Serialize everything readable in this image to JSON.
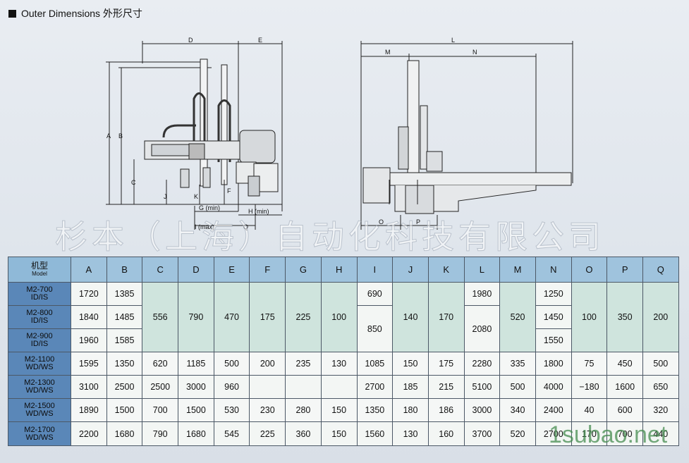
{
  "section": {
    "title": "Outer Dimensions 外形尺寸"
  },
  "watermark": "杉本（上海）自动化科技有限公司",
  "site_mark": "1subao.net",
  "drawing_labels": {
    "front": {
      "D": "D",
      "E": "E",
      "A": "A",
      "B": "B",
      "C": "C",
      "J": "J",
      "K": "K",
      "F": "F",
      "G": "G (min)",
      "H": "H (min)",
      "I": "I (max)",
      "Q": "Q"
    },
    "side": {
      "L": "L",
      "M": "M",
      "N": "N",
      "O": "O",
      "P": "P"
    }
  },
  "table": {
    "model_header": "机型",
    "model_header_sub": "Model",
    "columns": [
      "A",
      "B",
      "C",
      "D",
      "E",
      "F",
      "G",
      "H",
      "I",
      "J",
      "K",
      "L",
      "M",
      "N",
      "O",
      "P",
      "Q"
    ],
    "rows": {
      "r1": {
        "model": "M2-700\nID/IS",
        "A": "1720",
        "B": "1385",
        "I": "690",
        "L": "1980",
        "N": "1250"
      },
      "r2": {
        "model": "M2-800\nID/IS",
        "A": "1840",
        "B": "1485",
        "I": "850",
        "L": "2080",
        "N": "1450"
      },
      "r3": {
        "model": "M2-900\nID/IS",
        "A": "1960",
        "B": "1585",
        "N": "1550"
      },
      "shared_1_3": {
        "C": "556",
        "D": "790",
        "E": "470",
        "F": "175",
        "G": "225",
        "H": "100",
        "J": "140",
        "K": "170",
        "M": "520",
        "O": "100",
        "P": "350",
        "Q": "200"
      },
      "r4": {
        "model": "M2-1100\nWD/WS",
        "A": "1595",
        "B": "1350",
        "C": "620",
        "D": "1185",
        "E": "500",
        "F": "200",
        "G": "235",
        "H": "130",
        "I": "1085",
        "J": "150",
        "K": "175",
        "L": "2280",
        "M": "335",
        "N": "1800",
        "O": "75",
        "P": "450",
        "Q": "500"
      },
      "r5": {
        "model": "M2-1300\nWD/WS",
        "A": "3100",
        "B": "2500",
        "C": "2500",
        "D": "3000",
        "E": "960",
        "F": "",
        "G": "",
        "H": "",
        "I": "2700",
        "J": "185",
        "K": "215",
        "L": "5100",
        "M": "500",
        "N": "4000",
        "O": "−180",
        "P": "1600",
        "Q": "650"
      },
      "r6": {
        "model": "M2-1500\nWD/WS",
        "A": "1890",
        "B": "1500",
        "C": "700",
        "D": "1500",
        "E": "530",
        "F": "230",
        "G": "280",
        "H": "150",
        "I": "1350",
        "J": "180",
        "K": "186",
        "L": "3000",
        "M": "340",
        "N": "2400",
        "O": "40",
        "P": "600",
        "Q": "320"
      },
      "r7": {
        "model": "M2-1700\nWD/WS",
        "A": "2200",
        "B": "1680",
        "C": "790",
        "D": "1680",
        "E": "545",
        "F": "225",
        "G": "360",
        "H": "150",
        "I": "1560",
        "J": "130",
        "K": "160",
        "L": "3700",
        "M": "520",
        "N": "2700",
        "O": "170",
        "P": "700",
        "Q": "440"
      }
    }
  },
  "colors": {
    "header": "#9fc3dd",
    "model_cell": "#5a87b8",
    "shared_cell": "#cfe4dd",
    "value_cell": "#f3f6f4",
    "border": "#4c5866"
  }
}
